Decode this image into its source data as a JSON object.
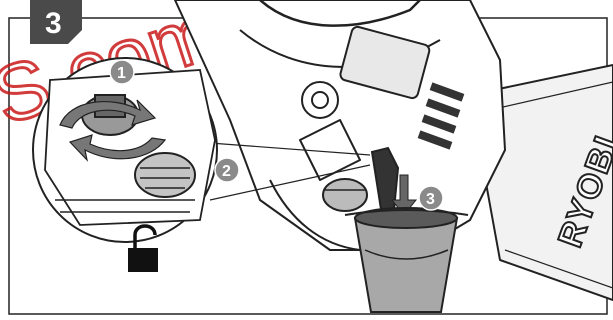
{
  "step_number": "3",
  "callouts": [
    {
      "label": "1"
    },
    {
      "label": "2"
    },
    {
      "label": "3"
    }
  ],
  "brand_text": "RYOBI",
  "watermark_text": "S.com",
  "colors": {
    "badge": "#4a4a4a",
    "callout": "#8a8a8a",
    "line": "#222222",
    "watermark": "#c91a1a"
  },
  "icons": {
    "unlock": "open-padlock-icon",
    "rotate": "counterclockwise-arrows-icon",
    "pour": "down-arrow-icon"
  }
}
